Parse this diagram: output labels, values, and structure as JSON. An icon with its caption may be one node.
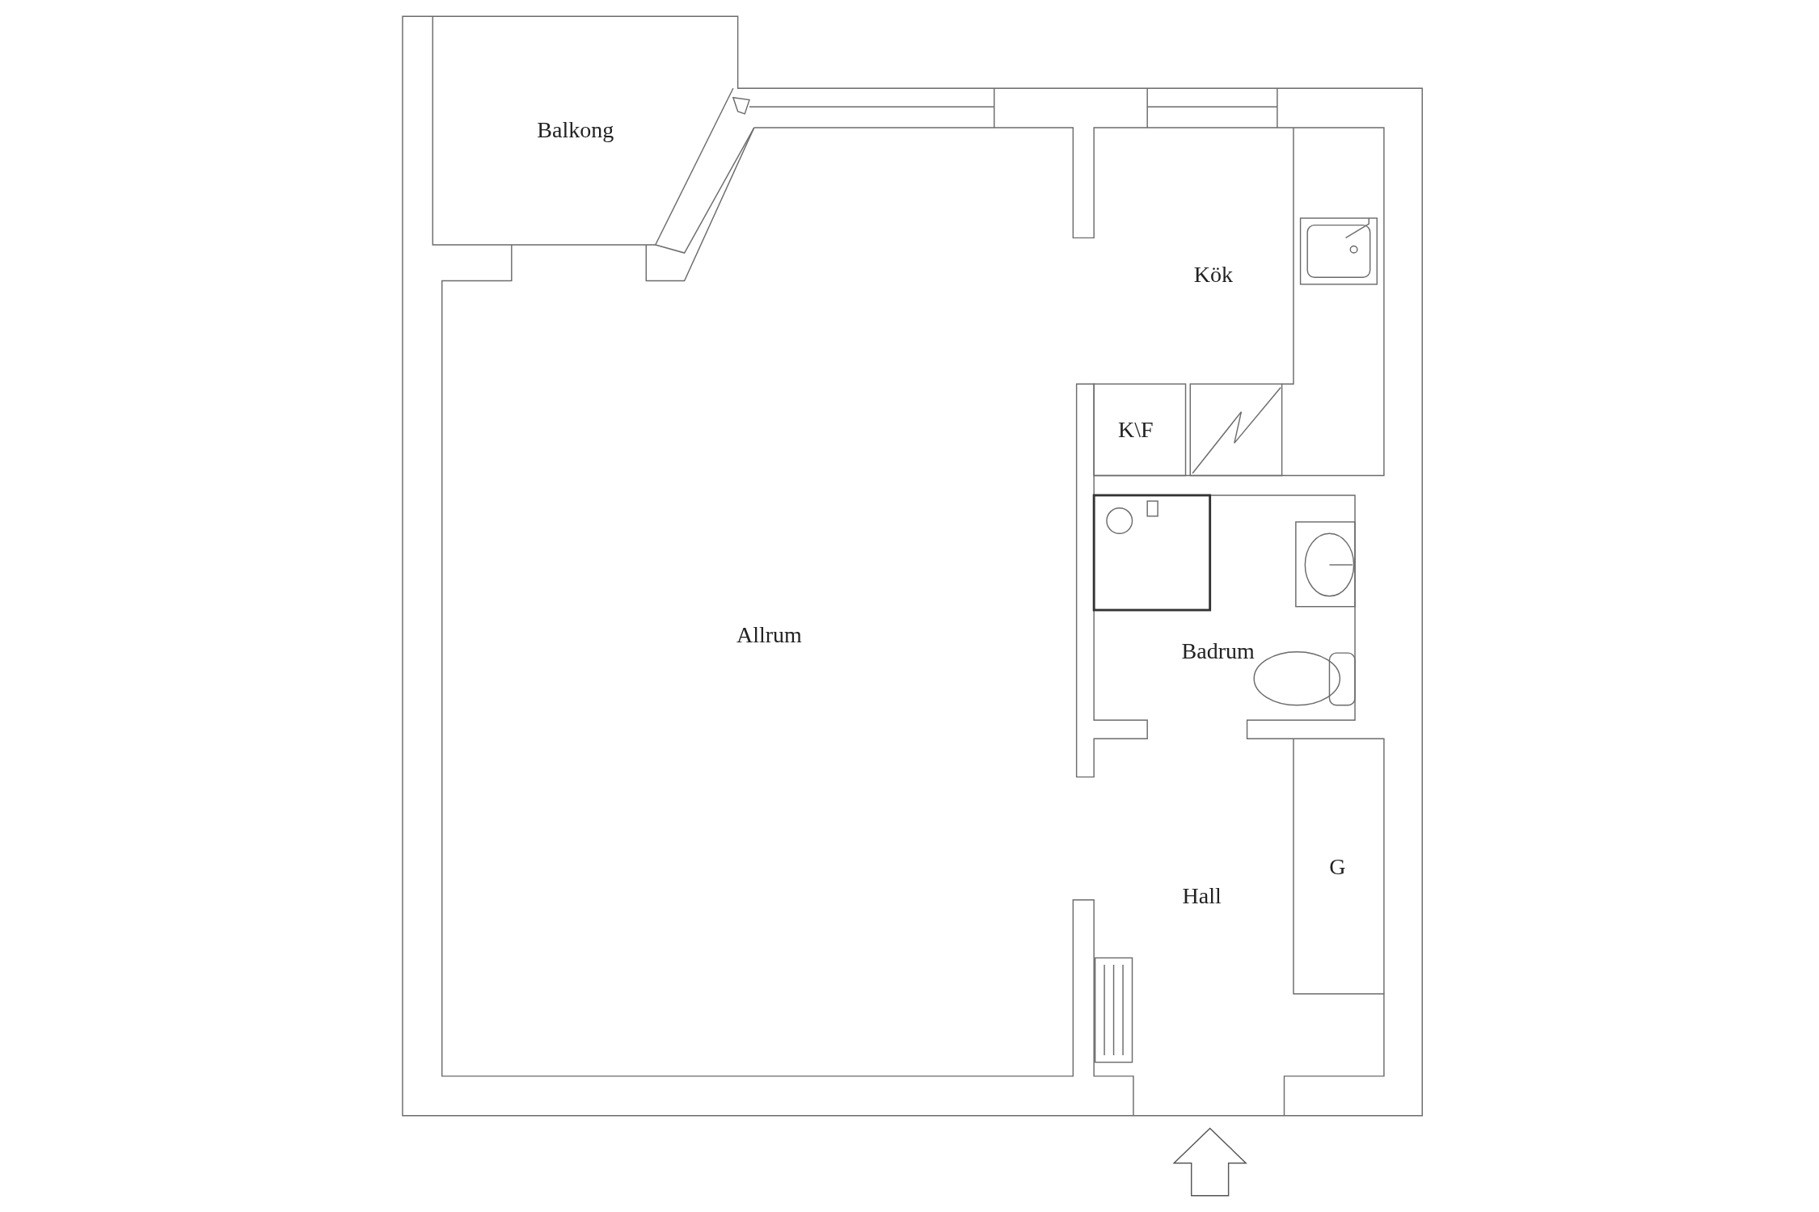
{
  "diagram": {
    "labels": [
      "Balkong",
      "Kök",
      "K\\F",
      "Allrum",
      "Badrum",
      "G",
      "Hall"
    ]
  }
}
